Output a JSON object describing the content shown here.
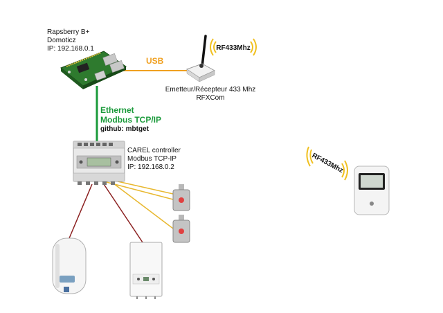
{
  "raspberry": {
    "line1": "Rapsberry B+",
    "line2": "Domoticz",
    "line3": "IP: 192.168.0.1"
  },
  "usb_label": "USB",
  "rfxcom": {
    "badge": "RF433Mhz",
    "line1": "Emetteur/Récepteur 433 Mhz",
    "line2": "RFXCom"
  },
  "ethernet": {
    "line1": "Ethernet",
    "line2": "Modbus TCP/IP",
    "github": "github: mbtget"
  },
  "carel": {
    "line1": "CAREL controller",
    "line2": "Modbus TCP-IP",
    "line3": "IP: 192.168.0.2"
  },
  "sensor_badge": "RF433Mhz",
  "colors": {
    "usb": "#f0a020",
    "ethernet": "#1a9a3a",
    "probe_wire": "#e8b830",
    "power_wire": "#8b2020"
  },
  "icons": [
    "raspberry-pi-board",
    "rfxcom-usb-transceiver",
    "carel-controller",
    "temperature-probe",
    "water-heater",
    "boiler",
    "wireless-weather-sensor"
  ]
}
